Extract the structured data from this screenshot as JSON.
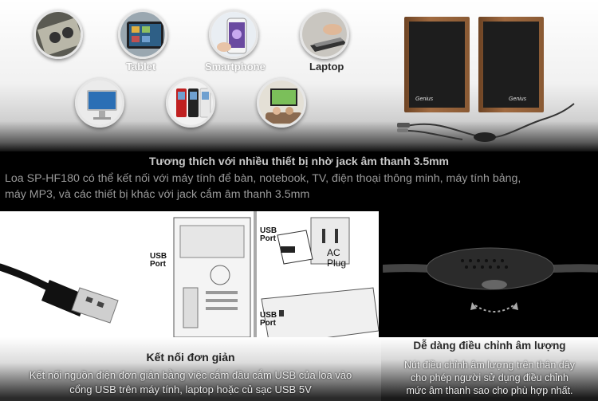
{
  "banner": {
    "devices": [
      {
        "label": "Tablet"
      },
      {
        "label": "Smartphone"
      },
      {
        "label": "Laptop"
      }
    ],
    "speaker_brand": "Genius"
  },
  "compat": {
    "title": "Tương thích với nhiều thiết bị nhờ jack âm thanh 3.5mm",
    "line1": "Loa SP-HF180 có thể kết nối với máy tính để bàn, notebook, TV, điện thoại thông minh, máy tính bảng,",
    "line2": "máy MP3, và các thiết bị khác với jack cắm âm thanh 3.5mm"
  },
  "diagram": {
    "usb_port_tower": "USB Port",
    "usb_port_adapter": "USB Port",
    "ac_plug": "AC Plug",
    "usb_port_laptop": "USB Port"
  },
  "connect": {
    "title": "Kết nối đơn giản",
    "line1": "Kết nối nguồn điện đơn giản bằng việc cắm đầu cắm USB của loa vào",
    "line2": "cổng USB trên máy tính, laptop hoặc củ sạc USB 5V"
  },
  "volume": {
    "title": "Dễ dàng điều chỉnh âm lượng",
    "line1": "Nút điều chỉnh âm lượng trên thân dây",
    "line2": "cho phép người sử dụng điều chỉnh",
    "line3": "mức âm thanh sao cho phù hợp nhất."
  },
  "colors": {
    "wood": "#8a5a34",
    "text_grey": "#c9c9c9",
    "background": "#000000"
  }
}
